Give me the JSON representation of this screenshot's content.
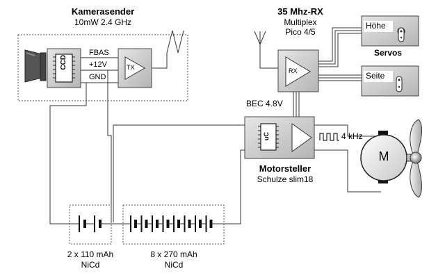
{
  "camera": {
    "title": "Kamerasender",
    "subtitle": "10mW 2.4 GHz",
    "chip_label": "CCD",
    "tx_label": "TX",
    "pin_fbas": "FBAS",
    "pin_12v": "+12V",
    "pin_gnd": "GND"
  },
  "receiver": {
    "title": "35 Mhz-RX",
    "line2": "Multiplex",
    "line3": "Pico 4/5",
    "block_label": "RX"
  },
  "servos": {
    "title": "Servos",
    "hoehe": "Höhe",
    "seite": "Seite"
  },
  "bec_label": "BEC 4.8V",
  "controller": {
    "title": "Motorsteller",
    "subtitle": "Schulze slim18",
    "uc_label": "uC",
    "pwm_label": "4 kHz"
  },
  "motor_label": "M",
  "batteries": {
    "small": {
      "line1": "2 x 110 mAh",
      "line2": "NiCd"
    },
    "large": {
      "line1": "8 x 270 mAh",
      "line2": "NiCd"
    }
  }
}
